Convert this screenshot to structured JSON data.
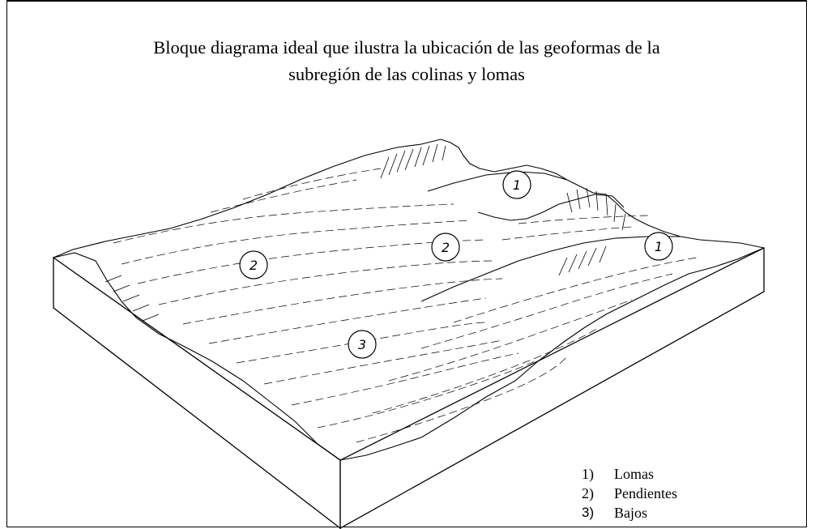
{
  "title": {
    "line1": "Bloque diagrama ideal que ilustra la ubicación de las geoformas de la",
    "line2": "subregión de las colinas y lomas"
  },
  "markers": {
    "loma_a": "1",
    "loma_b": "1",
    "pendiente_a": "2",
    "pendiente_b": "2",
    "bajo": "3"
  },
  "legend": [
    {
      "num": "1)",
      "label": "Lomas"
    },
    {
      "num": "2)",
      "label": "Pendientes"
    },
    {
      "num": "3)",
      "label": "Bajos"
    }
  ],
  "colors": {
    "ink": "#000000",
    "paper": "#ffffff"
  }
}
